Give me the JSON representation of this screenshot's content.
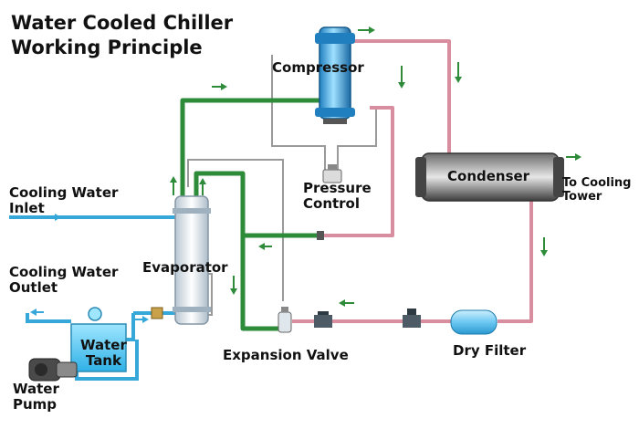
{
  "title": {
    "line1": "Water Cooled Chiller",
    "line2": "Working Principle"
  },
  "components": {
    "compressor": "Compressor",
    "condenser": "Condenser",
    "pressure_control": [
      "Pressure",
      "Control"
    ],
    "evaporator": "Evaporator",
    "expansion_valve": "Expansion Valve",
    "dry_filter": "Dry Filter",
    "water_tank": [
      "Water",
      "Tank"
    ],
    "water_pump": [
      "Water",
      "Pump"
    ]
  },
  "flows": {
    "cooling_water_inlet": [
      "Cooling Water",
      "Inlet"
    ],
    "cooling_water_outlet": [
      "Cooling Water",
      "Outlet"
    ],
    "to_cooling_tower": [
      "To Cooling",
      "Tower"
    ]
  },
  "colors": {
    "refrigerant_hot": "#d98ea0",
    "refrigerant_cold": "#2e8b3a",
    "water_line": "#35a7d8",
    "control_line": "#9a9a9a",
    "arrow_green": "#2e8b3a"
  }
}
